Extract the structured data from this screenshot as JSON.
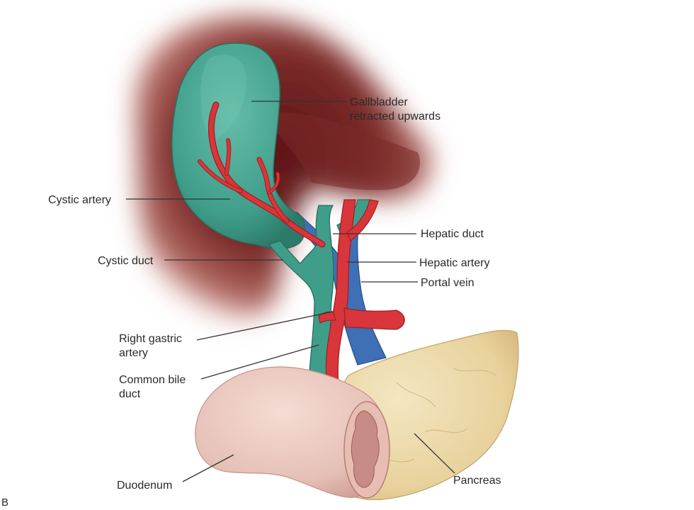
{
  "figure": {
    "panel_letter": "B",
    "labels": {
      "gallbladder_line1": "Gallbladder",
      "gallbladder_line2": "retracted upwards",
      "cystic_artery": "Cystic artery",
      "cystic_duct": "Cystic duct",
      "hepatic_duct": "Hepatic duct",
      "hepatic_artery": "Hepatic artery",
      "portal_vein": "Portal vein",
      "right_gastric_line1": "Right gastric",
      "right_gastric_line2": "artery",
      "common_bile_line1": "Common bile",
      "common_bile_line2": "duct",
      "duodenum": "Duodenum",
      "pancreas": "Pancreas"
    }
  },
  "colors": {
    "background": "#ffffff",
    "liver": "#7a2a28",
    "gallbladder": "#3f9e8a",
    "artery": "#d8363a",
    "vein": "#3f6fb5",
    "duodenum": "#e9c7bf",
    "pancreas": "#ead7a6",
    "label_text": "#2a2a2a"
  }
}
